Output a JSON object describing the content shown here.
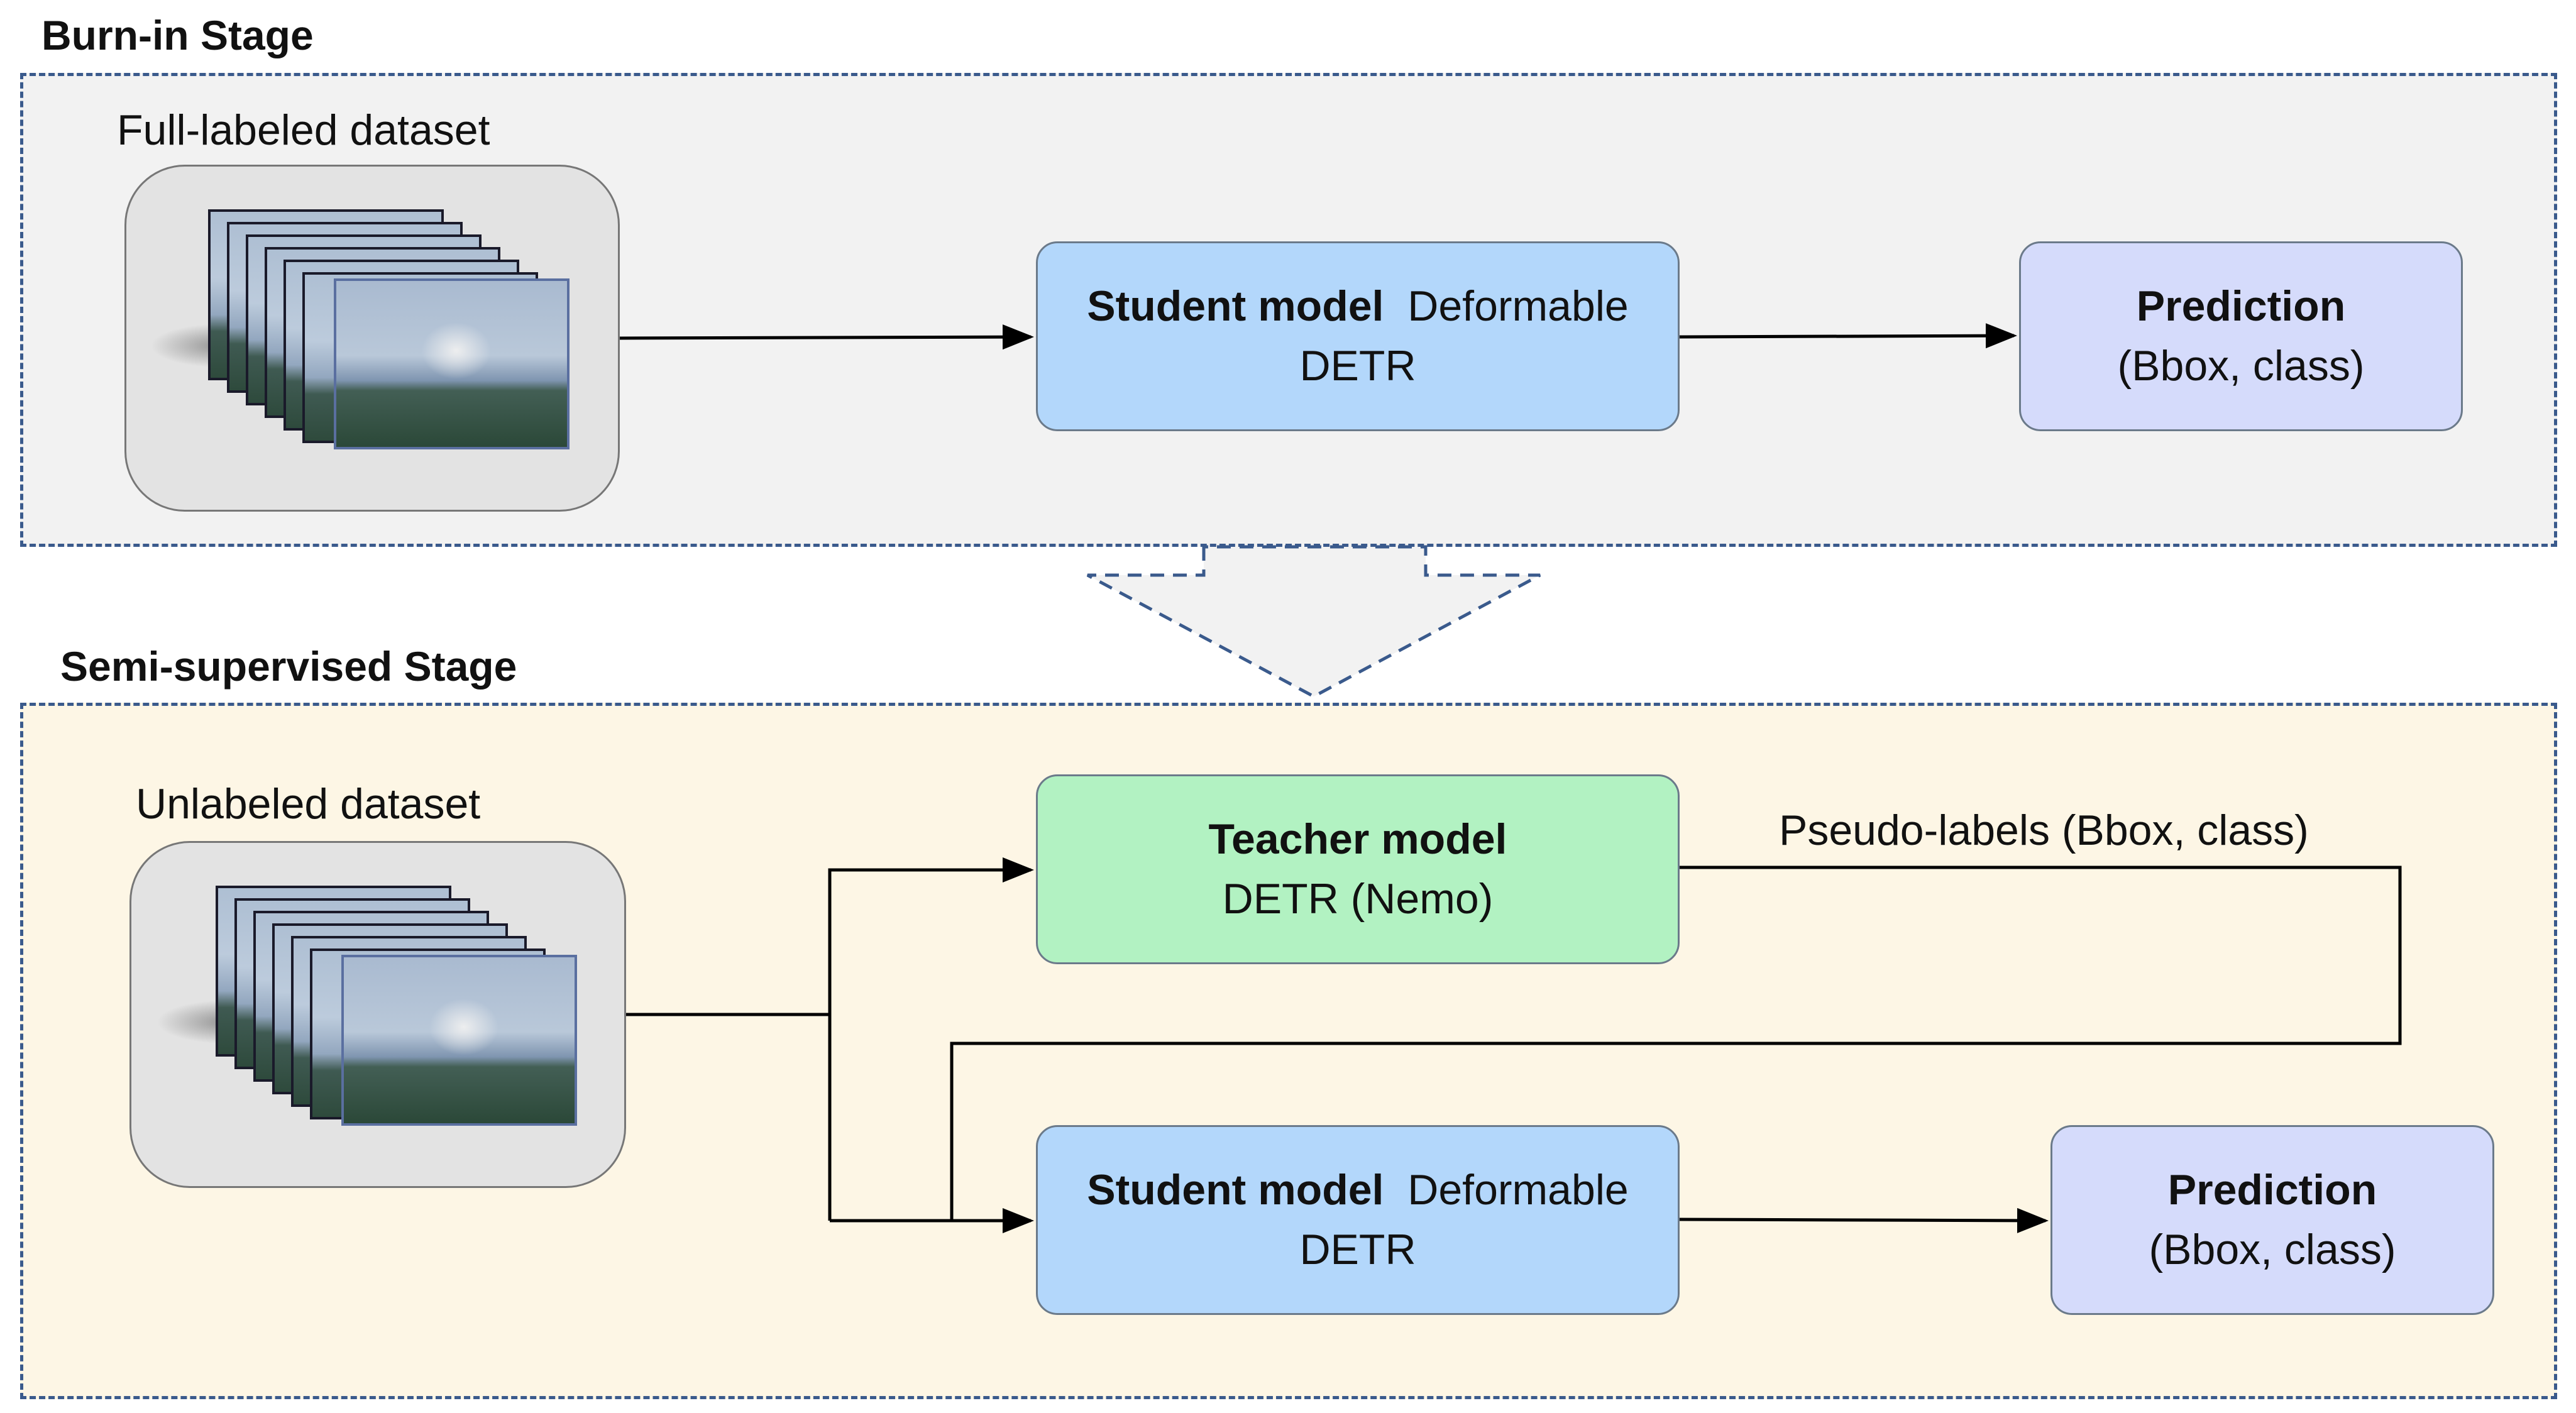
{
  "burn_in": {
    "title": "Burn-in Stage",
    "dataset_label": "Full-labeled dataset",
    "student": {
      "name": "Student model",
      "arch_1": "Deformable",
      "arch_2": "DETR"
    },
    "prediction": {
      "name": "Prediction",
      "detail": "(Bbox, class)"
    }
  },
  "semi": {
    "title": "Semi-supervised Stage",
    "dataset_label": "Unlabeled dataset",
    "teacher": {
      "name": "Teacher model",
      "arch": "DETR (Nemo)"
    },
    "pseudo_labels": "Pseudo-labels (Bbox, class)",
    "student": {
      "name": "Student model",
      "arch_1": "Deformable",
      "arch_2": "DETR"
    },
    "prediction": {
      "name": "Prediction",
      "detail": "(Bbox, class)"
    }
  },
  "colors": {
    "stage_border": "#3a5a8c",
    "burn_in_bg": "#f2f2f2",
    "semi_bg": "#fdf6e5",
    "student_fill": "#b3d7fb",
    "teacher_fill": "#b2f2c2",
    "prediction_fill": "#d5dbfb"
  }
}
